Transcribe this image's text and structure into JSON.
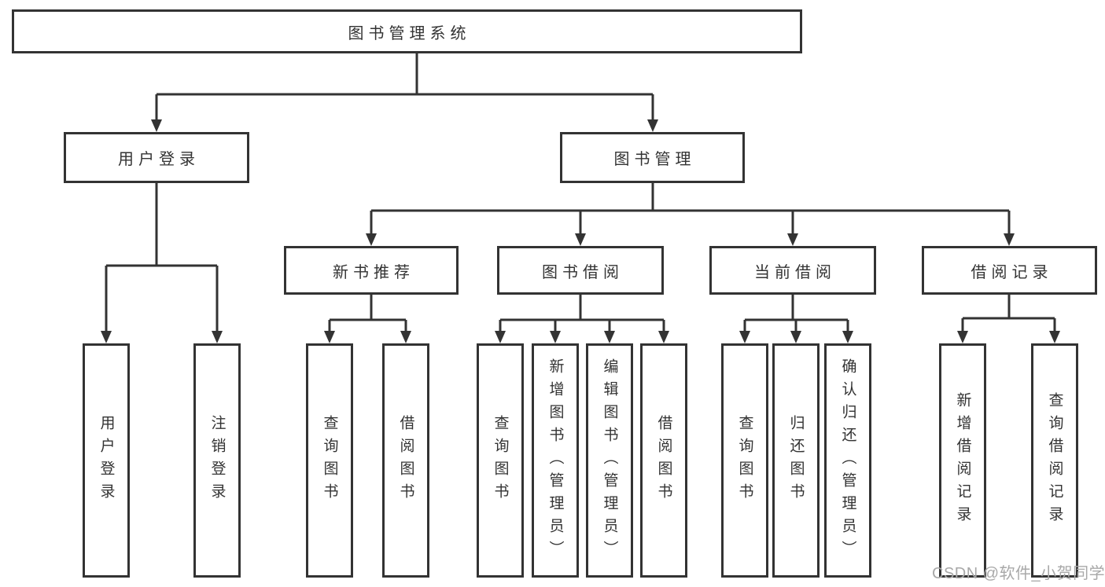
{
  "diagram": {
    "title": "图书管理系统",
    "watermark": "CSDN @软件_小贺同学",
    "colors": {
      "line": "#333333",
      "text": "#333333",
      "background": "#ffffff",
      "watermark": "#a8a8a8"
    },
    "nodes": {
      "root": "图书管理系统",
      "user_login": "用户登录",
      "book_management": "图书管理",
      "new_book_recommend": "新书推荐",
      "book_borrowing": "图书借阅",
      "current_borrowing": "当前借阅",
      "borrowing_records": "借阅记录",
      "leaf_user_login": "用户登录",
      "leaf_logout_login": "注销登录",
      "nb_query_books": "查询图书",
      "nb_borrow_books": "借阅图书",
      "bb_query_books": "查询图书",
      "bb_add_books_admin": "新增图书（管理员）",
      "bb_edit_books_admin": "编辑图书（管理员）",
      "bb_borrow_books": "借阅图书",
      "cb_query_books": "查询图书",
      "cb_return_books": "归还图书",
      "cb_confirm_return_admin": "确认归还（管理员）",
      "br_add_record": "新增借阅记录",
      "br_query_record": "查询借阅记录"
    },
    "structure": {
      "root": [
        "user_login",
        "book_management"
      ],
      "user_login": [
        "leaf_user_login",
        "leaf_logout_login"
      ],
      "book_management": [
        "new_book_recommend",
        "book_borrowing",
        "current_borrowing",
        "borrowing_records"
      ],
      "new_book_recommend": [
        "nb_query_books",
        "nb_borrow_books"
      ],
      "book_borrowing": [
        "bb_query_books",
        "bb_add_books_admin",
        "bb_edit_books_admin",
        "bb_borrow_books"
      ],
      "current_borrowing": [
        "cb_query_books",
        "cb_return_books",
        "cb_confirm_return_admin"
      ],
      "borrowing_records": [
        "br_add_record",
        "br_query_record"
      ]
    }
  }
}
